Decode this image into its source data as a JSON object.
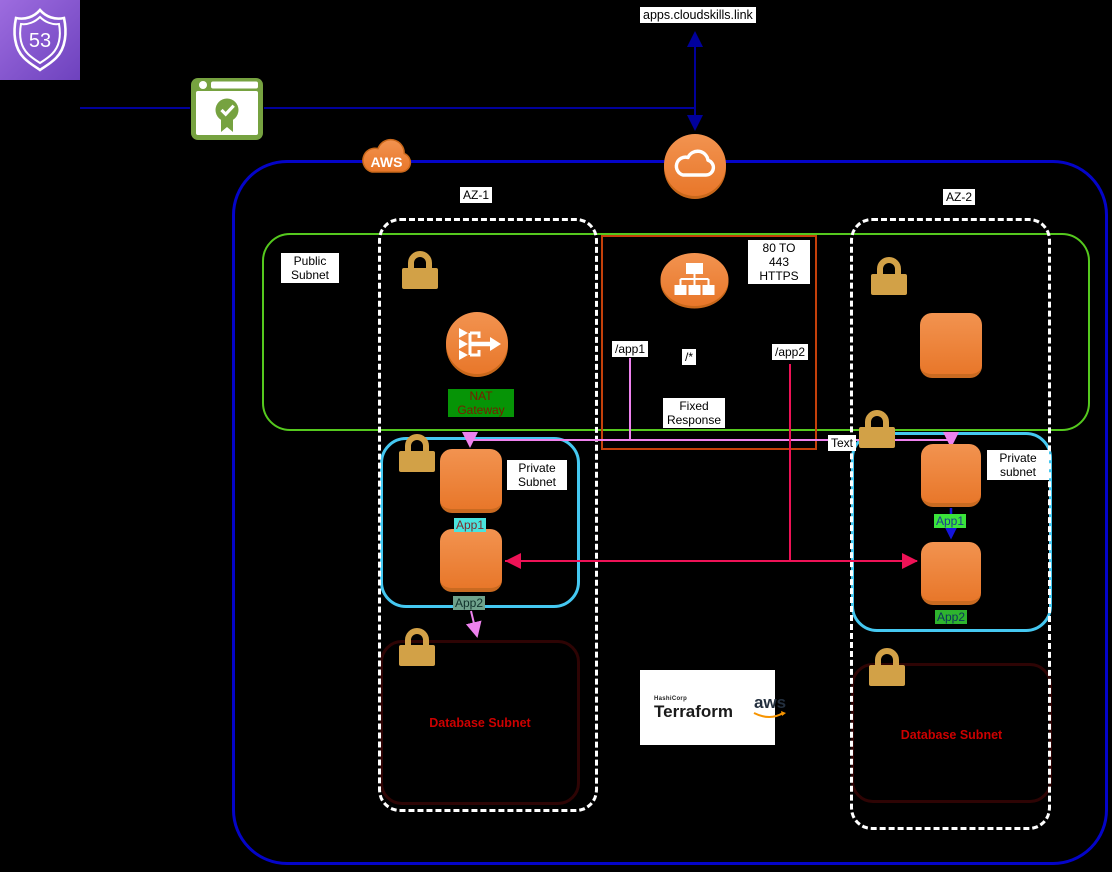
{
  "colors": {
    "canvas-bg": "#000000",
    "vpc-border": "#0404C8",
    "navy": "#00009B",
    "green": "#55C91E",
    "cyan": "#45C8F1",
    "maroon": "#2E0404",
    "alb-border": "#C5400A",
    "orange-a": "#F29350",
    "orange-b": "#E8772A",
    "orange-edge": "#C96A21",
    "gold": "#D2A147",
    "violet": "#EE82EE",
    "crimson": "#EE1256",
    "arrow-blue": "#1414DC",
    "label-bg": "#FFFFFF",
    "label-text": "#000000",
    "nat-bg": "#069406",
    "nat-text": "#7A1B00",
    "app1l-bg": "#4AE4DE",
    "app1l-text": "#7C2D2D",
    "app2l-bg": "#6FA28C",
    "app2l-text": "#10312B",
    "app1r-bg": "#3BE43B",
    "app1r-text": "#1D3C8F",
    "app2r-bg": "#2EB42E",
    "app2r-text": "#0E355C",
    "db-text": "#CC0000",
    "route53-a": "#9D6CDF",
    "route53-b": "#6E42BE",
    "cert-green": "#76A240",
    "tf-purple": "#5C4EE5",
    "aws-smile": "#F79400"
  },
  "dns": {
    "domain": "apps.cloudskills.link",
    "route53_label": "53"
  },
  "aws": {
    "logo": "AWS"
  },
  "vpc": {
    "public_subnet": {
      "label": "Public\nSubnet"
    },
    "az1": {
      "label": "AZ-1",
      "nat_gateway": {
        "label": "NAT\nGateway"
      },
      "private_subnet": {
        "label": "Private\nSubnet",
        "app1": "App1",
        "app2": "App2"
      },
      "database_subnet": {
        "label": "Database Subnet"
      }
    },
    "az2": {
      "label": "AZ-2",
      "private_subnet": {
        "label": "Private\nsubnet",
        "app1": "App1",
        "app2": "App2"
      },
      "database_subnet": {
        "label": "Database Subnet"
      }
    },
    "load_balancer": {
      "listener": "80 TO 443\nHTTPS",
      "path_app1": "/app1",
      "path_default": "/*",
      "path_app2": "/app2",
      "fixed_response": "Fixed\nResponse"
    },
    "note": "Text"
  },
  "branding": {
    "hashicorp": "HashiCorp",
    "terraform": "Terraform",
    "aws": "aws"
  }
}
